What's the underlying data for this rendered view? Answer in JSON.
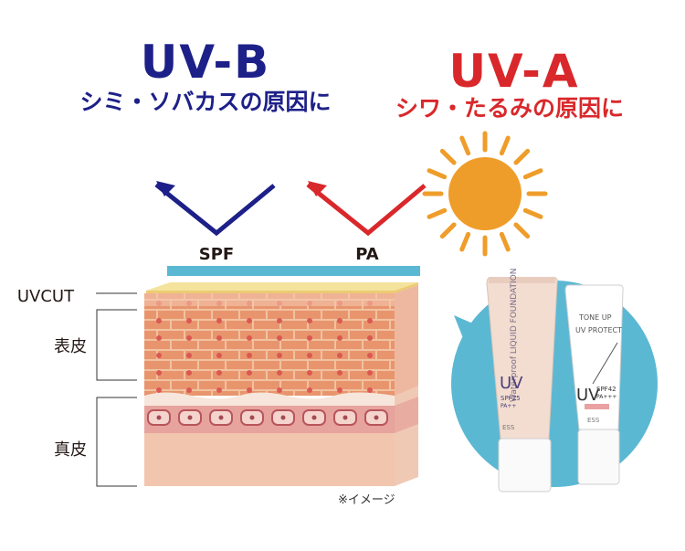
{
  "uvb": {
    "title": "UV-B",
    "subtitle": "シミ・ソバカスの原因に",
    "color": "#1d2088"
  },
  "uva": {
    "title": "UV-A",
    "subtitle": "シワ・たるみの原因に",
    "color": "#d9282b"
  },
  "labels": {
    "spf": "SPF",
    "pa": "PA",
    "uvcut": "UVCUT",
    "epidermis": "表皮",
    "dermis": "真皮"
  },
  "note": "※イメージ",
  "colors": {
    "sun": "#ef9d2a",
    "shield": "#5bb8d3",
    "circle": "#5bb8d3"
  },
  "products": {
    "foundation": {
      "vertical_text": "Waterproof LIQUID FOUNDATION",
      "uv": "UV",
      "spf": "SPF25",
      "pa": "PA++",
      "brand": "ESS"
    },
    "protect": {
      "line1": "TONE UP",
      "line2": "UV PROTECT",
      "uv": "UV",
      "spf": "SPF42",
      "pa": "PA+++",
      "brand": "ESS"
    }
  }
}
